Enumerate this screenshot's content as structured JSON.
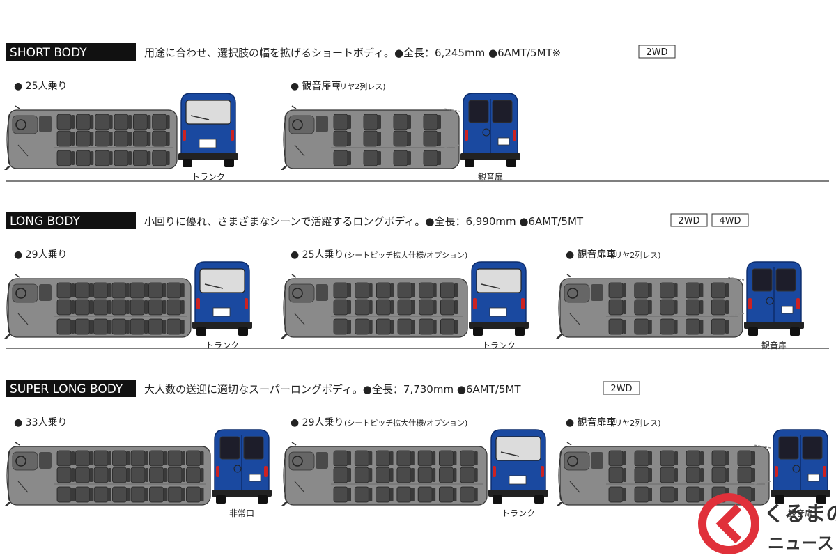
{
  "sections": [
    {
      "title": "SHORT BODY",
      "description": "用途に合わせ、選択肢の幅を拡げるショートボディ。●全長：6,245mm ●6AMT/5MT※",
      "drive": [
        "2WD"
      ],
      "variants": [
        {
          "label": "● 25人乗り",
          "sublabel": "",
          "rear": "window",
          "rear_label": "トランク",
          "rows": 6
        },
        {
          "label": "● 観音扉車",
          "sublabel": "(リヤ2列レス)",
          "rear": "doors",
          "rear_label": "観音扉",
          "rows": 4
        }
      ]
    },
    {
      "title": "LONG BODY",
      "description": "小回りに優れ、さまざまなシーンで活躍するロングボディ。●全長：6,990mm ●6AMT/5MT",
      "drive": [
        "2WD",
        "4WD"
      ],
      "variants": [
        {
          "label": "● 29人乗り",
          "sublabel": "",
          "rear": "window",
          "rear_label": "トランク",
          "rows": 7
        },
        {
          "label": "● 25人乗り",
          "sublabel": "(シートピッチ拡大仕様/オプション)",
          "rear": "window",
          "rear_label": "トランク",
          "rows": 6
        },
        {
          "label": "● 観音扉車",
          "sublabel": "(リヤ2列レス)",
          "rear": "doors",
          "rear_label": "観音扉",
          "rows": 5
        }
      ]
    },
    {
      "title": "SUPER LONG BODY",
      "description": "大人数の送迎に適切なスーパーロングボディ。●全長：7,730mm ●6AMT/5MT",
      "drive": [
        "2WD"
      ],
      "variants": [
        {
          "label": "● 33人乗り",
          "sublabel": "",
          "rear": "doors",
          "rear_label": "非常口",
          "rows": 8
        },
        {
          "label": "● 29人乗り",
          "sublabel": "(シートピッチ拡大仕様/オプション)",
          "rear": "window",
          "rear_label": "トランク",
          "rows": 7
        },
        {
          "label": "● 観音扉車",
          "sublabel": "(リヤ2列レス)",
          "rear": "doors",
          "rear_label": "観音扉",
          "rows": 6
        }
      ]
    }
  ],
  "logo": {
    "text_top": "くるまの",
    "text_bottom": "ニュース"
  },
  "colors": {
    "bus_blue": "#1a49a0",
    "bus_dark": "#0c2c6b",
    "floor_gray": "#8a8a8a",
    "seat_dark": "#4a4a4a",
    "title_bg": "#111111",
    "divider": "#555555",
    "logo_red": "#e0303a"
  }
}
